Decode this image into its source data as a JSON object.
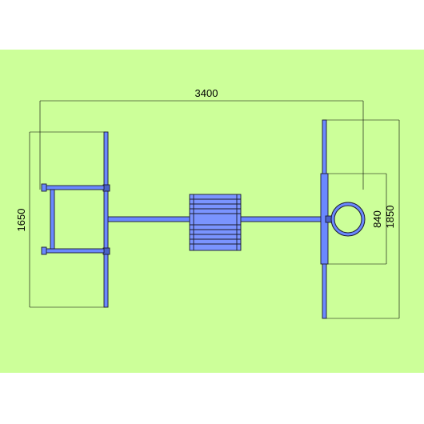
{
  "colors": {
    "page_background": "#ffffff",
    "plan_background": "#ccff99",
    "steel_fill": "#6a88ff",
    "steel_outline": "#1a1a2e",
    "ladder_fill": "#7a94ff",
    "dimension_line": "#000000"
  },
  "dimensions": {
    "total_length": "3400",
    "left_frame_height": "1650",
    "right_frame_height": "1850",
    "ring_span": "840"
  }
}
